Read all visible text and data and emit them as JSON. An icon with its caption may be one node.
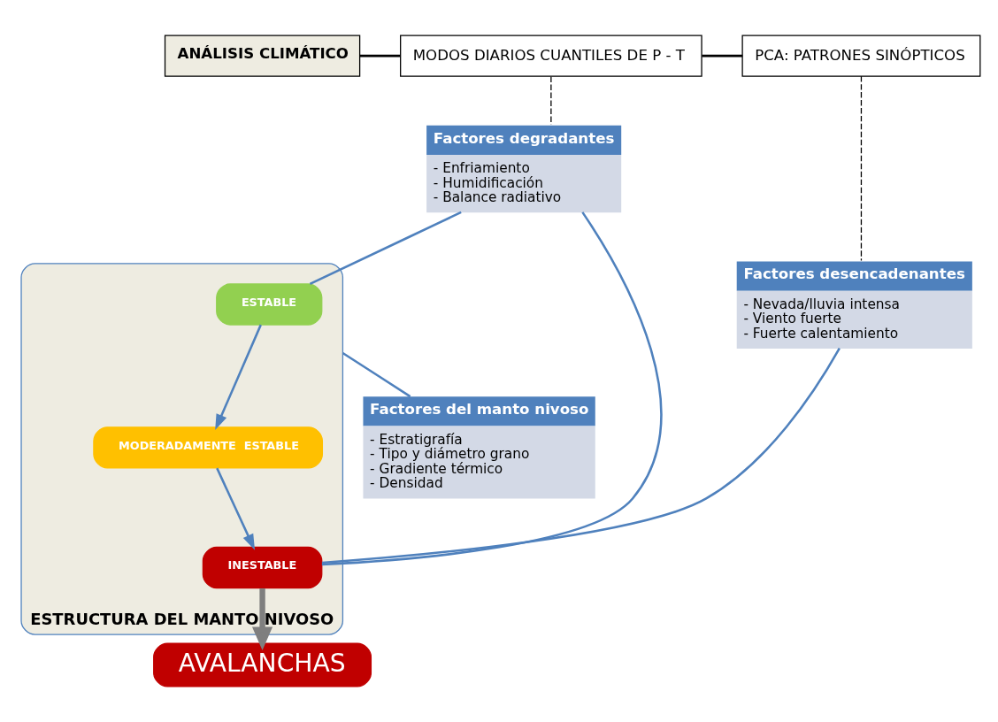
{
  "diagram": {
    "nodes": [
      {
        "text": [
          "ANÁLISIS CLIMÁTICO"
        ]
      },
      {
        "text": [
          "MODOS DIARIOS CUANTILES DE P - T"
        ]
      },
      {
        "text": [
          "PCA: PATRONES SINÓPTICOS"
        ]
      },
      {
        "text": [
          "Factores degradantes",
          "- Enfriamiento",
          "- Humidificación",
          "- Balance radiativo"
        ]
      },
      {
        "text": [
          "Factores desencadenantes",
          "- Nevada/lluvia intensa",
          "- Viento fuerte",
          "- Fuerte calentamiento"
        ]
      },
      {
        "text": [
          "ESTRUCTURA DEL MANTO NIVOSO"
        ]
      },
      {
        "text": [
          "ESTABLE"
        ],
        "in": 5
      },
      {
        "text": [
          "MODERADAMENTE  ESTABLE"
        ],
        "in": 5
      },
      {
        "text": [
          "INESTABLE"
        ],
        "in": 5
      },
      {
        "text": [
          "Factores del manto nivoso",
          "- Estratigrafía",
          "- Tipo y diámetro grano",
          "- Gradiente térmico",
          "- Densidad"
        ]
      },
      {
        "text": [
          "AVALANCHAS"
        ]
      }
    ],
    "edges": [
      {
        "from": 0,
        "to": 1,
        "arrow": "none",
        "color": "#000000"
      },
      {
        "from": 1,
        "to": 2,
        "arrow": "none",
        "color": "#000000"
      },
      {
        "from": 1,
        "to": 3,
        "arrow": "none",
        "style": "dashed",
        "color": "#000000"
      },
      {
        "from": 2,
        "to": 4,
        "arrow": "none",
        "style": "dashed",
        "color": "#000000"
      },
      {
        "from": 3,
        "to": 6,
        "arrow": "none"
      },
      {
        "from": 3,
        "to": 8,
        "arrow": "none"
      },
      {
        "from": 4,
        "to": 8,
        "arrow": "none"
      },
      {
        "from": 6,
        "to": 7,
        "arrow": "to"
      },
      {
        "from": 7,
        "to": 8,
        "arrow": "to"
      },
      {
        "from": 5,
        "to": 9,
        "arrow": "none"
      },
      {
        "from": 8,
        "to": 10,
        "arrow": "to",
        "style": "thick",
        "color": "#7f7f7f"
      }
    ]
  }
}
